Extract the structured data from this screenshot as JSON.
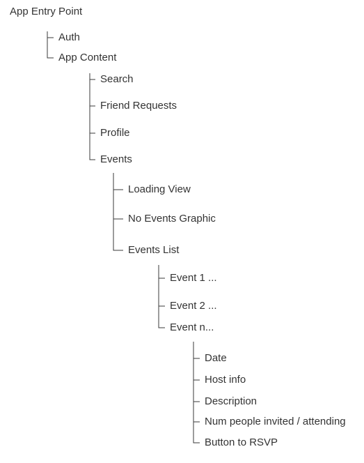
{
  "tree": {
    "root": "App Entry Point",
    "auth": "Auth",
    "app_content": "App Content",
    "search": "Search",
    "friend_requests": "Friend Requests",
    "profile": "Profile",
    "events": "Events",
    "loading_view": "Loading View",
    "no_events_graphic": "No Events Graphic",
    "events_list": "Events List",
    "event_1": "Event 1 ...",
    "event_2": "Event 2 ...",
    "event_n": "Event n...",
    "date": "Date",
    "host_info": "Host info",
    "description": "Description",
    "num_people": "Num people invited / attending",
    "button_rsvp": "Button to RSVP"
  }
}
